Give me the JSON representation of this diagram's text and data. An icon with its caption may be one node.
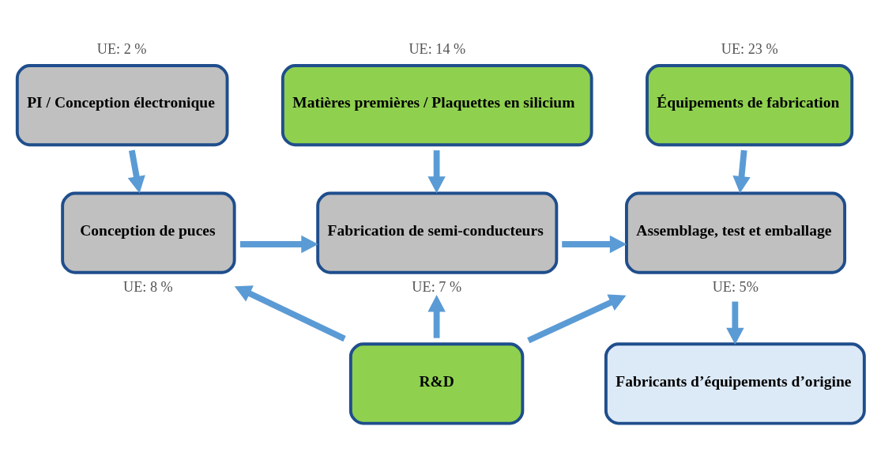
{
  "diagram": {
    "nodes": [
      {
        "text": [
          "PI / Conception électronique"
        ],
        "beside": [
          "UE: 2 %"
        ]
      },
      {
        "text": [
          "Matières premières / Plaquettes en silicium"
        ],
        "beside": [
          "UE: 14 %"
        ]
      },
      {
        "text": [
          "Équipements de fabrication"
        ],
        "beside": [
          "UE: 23 %"
        ]
      },
      {
        "text": [
          "Conception de puces"
        ],
        "beside": [
          "UE: 8 %"
        ]
      },
      {
        "text": [
          "Fabrication de semi-conducteurs"
        ],
        "beside": [
          "UE: 7 %"
        ]
      },
      {
        "text": [
          "Assemblage, test et emballage"
        ],
        "beside": [
          "UE: 5%"
        ]
      },
      {
        "text": [
          "Fabricants d’équipements d’origine"
        ]
      },
      {
        "text": [
          "R&D"
        ]
      }
    ],
    "edges": [
      {
        "from": 0,
        "to": 3,
        "arrow": "to"
      },
      {
        "from": 1,
        "to": 4,
        "arrow": "to"
      },
      {
        "from": 2,
        "to": 5,
        "arrow": "to"
      },
      {
        "from": 3,
        "to": 4,
        "arrow": "to"
      },
      {
        "from": 4,
        "to": 5,
        "arrow": "to"
      },
      {
        "from": 5,
        "to": 6,
        "arrow": "to"
      },
      {
        "from": 7,
        "to": 3,
        "arrow": "to"
      },
      {
        "from": 7,
        "to": 4,
        "arrow": "to"
      },
      {
        "from": 7,
        "to": 5,
        "arrow": "to"
      }
    ]
  }
}
